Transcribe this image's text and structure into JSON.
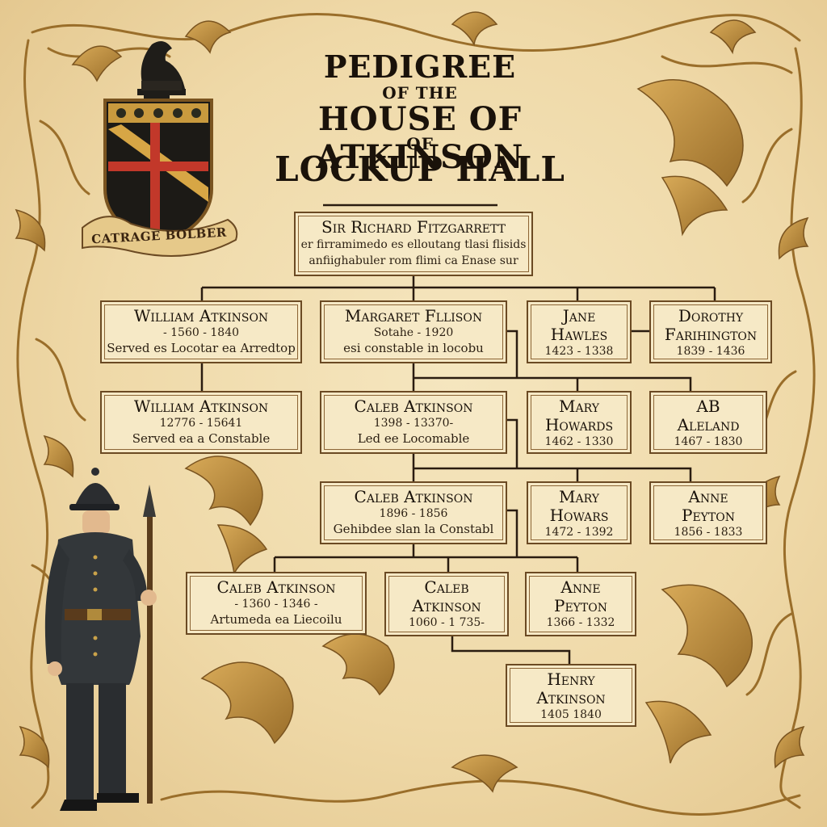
{
  "title": {
    "line1": "PEDIGREE",
    "line2": "OF THE",
    "line3": "HOUSE OF ATKINSON",
    "line4": "OF",
    "line5": "LOCKUP HALL"
  },
  "crest": {
    "motto": "CATRAGE BOLBER"
  },
  "tree": {
    "root": {
      "name": "Sir Richard Fitzgarrett",
      "note1": "er firramimedo es elloutang tlasi flisids",
      "note2": "anfiighabuler rom flimi ca Enase sur"
    },
    "gen1": [
      {
        "name": "William Atkinson",
        "dates": "- 1560 - 1840",
        "note": "Served es Locotar ea Arredtop"
      },
      {
        "name": "Margaret Fllison",
        "dates": "Sotahe - 1920",
        "note": "esi constable in locobu"
      },
      {
        "name": "Jane",
        "name2": "Hawles",
        "dates": "1423 - 1338"
      },
      {
        "name": "Dorothy",
        "name2": "Farihington",
        "dates": "1839 - 1436"
      }
    ],
    "gen2": [
      {
        "name": "William Atkinson",
        "dates": "12776 - 15641",
        "note": "Served ea a Constable"
      },
      {
        "name": "Caleb Atkinson",
        "dates": "1398 - 13370-",
        "note": "Led ee Locomable"
      },
      {
        "name": "Mary",
        "name2": "Howards",
        "dates": "1462 - 1330"
      },
      {
        "name": "AB",
        "name2": "Aleland",
        "dates": "1467 - 1830"
      }
    ],
    "gen3": [
      {
        "name": "Caleb Atkinson",
        "dates": "1896 - 1856",
        "note": "Gehibdee slan la Constabl"
      },
      {
        "name": "Mary",
        "name2": "Howars",
        "dates": "1472 - 1392"
      },
      {
        "name": "Anne",
        "name2": "Peyton",
        "dates": "1856 - 1833"
      }
    ],
    "gen4": [
      {
        "name": "Caleb Atkinson",
        "dates": "- 1360 - 1346 -",
        "note": "Artumeda ea Liecoilu"
      },
      {
        "name": "Caleb",
        "name2": "Atkinson",
        "dates": "1060 - 1 735-"
      },
      {
        "name": "Anne",
        "name2": "Peyton",
        "dates": "1366 - 1332"
      }
    ],
    "gen5": [
      {
        "name": "Henry",
        "name2": "Atkinson",
        "dates": "1405 1840"
      }
    ]
  },
  "colors": {
    "parchment": "#efdcae",
    "ink": "#1a120a",
    "gold": "#b8893a",
    "shield_red": "#c2382a",
    "shield_black": "#1c1a16"
  }
}
